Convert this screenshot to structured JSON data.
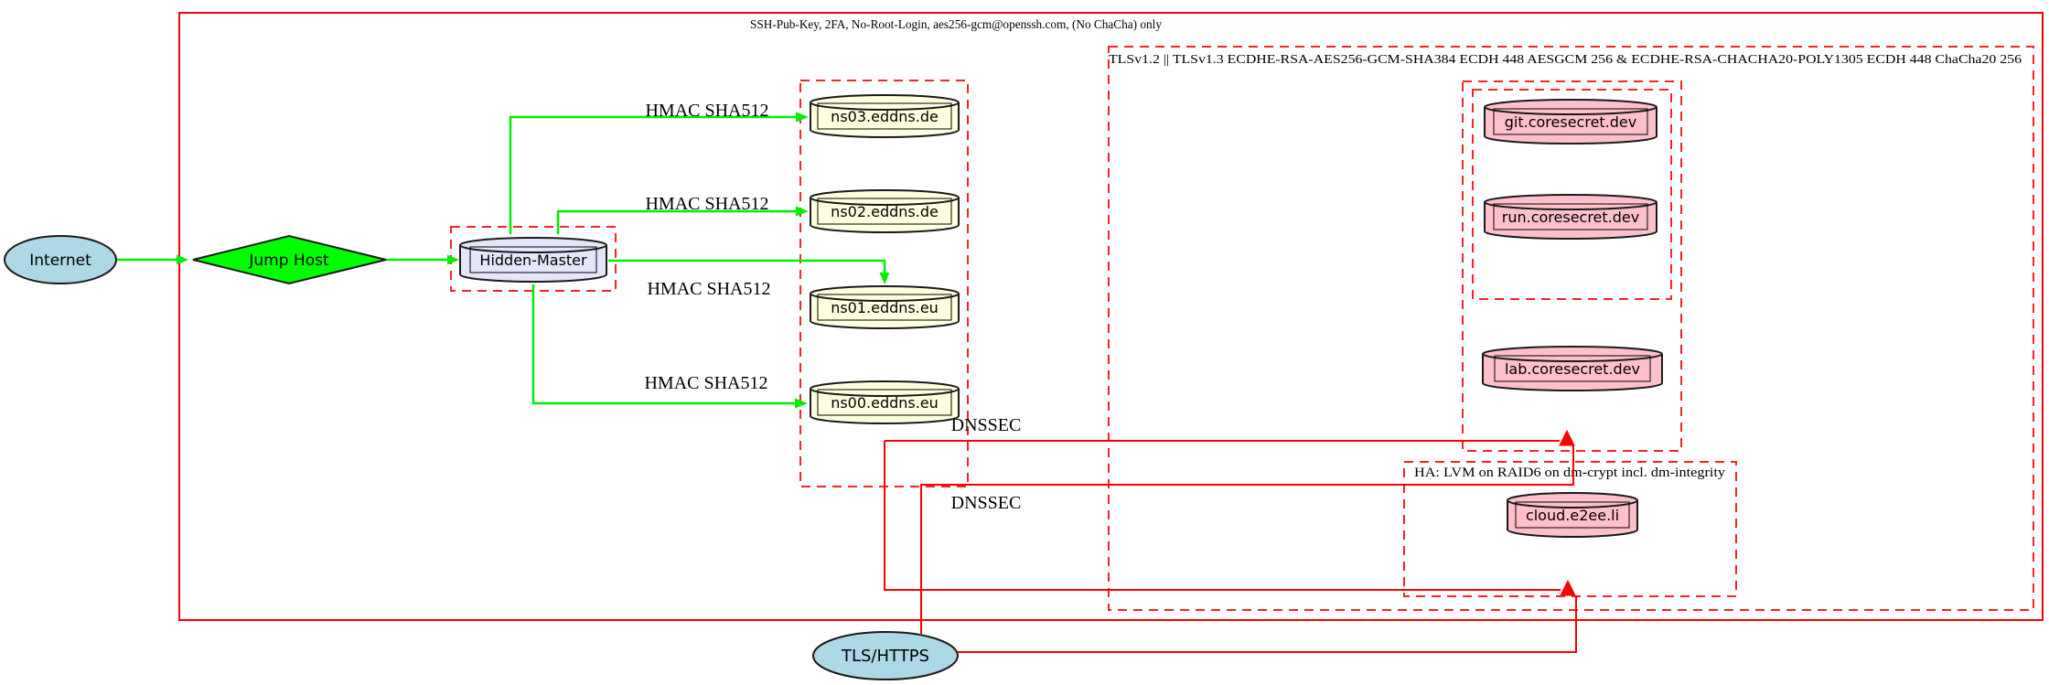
{
  "clusters": {
    "ssh_label": "SSH-Pub-Key, 2FA, No-Root-Login, aes256-gcm@openssh.com, (No ChaCha) only",
    "tls_label": "TLSv1.2 || TLSv1.3 ECDHE-RSA-AES256-GCM-SHA384 ECDH 448 AESGCM 256 & ECDHE-RSA-CHACHA20-POLY1305 ECDH 448 ChaCha20 256",
    "ha_label": "HA: LVM on RAID6 on dm-crypt incl. dm-integrity"
  },
  "nodes": {
    "internet": "Internet",
    "jump_host": "Jump Host",
    "hidden_master": "Hidden-Master",
    "ns03": "ns03.eddns.de",
    "ns02": "ns02.eddns.de",
    "ns01": "ns01.eddns.eu",
    "ns00": "ns00.eddns.eu",
    "git": "git.coresecret.dev",
    "run": "run.coresecret.dev",
    "lab": "lab.coresecret.dev",
    "cloud": "cloud.e2ee.li",
    "tls_https": "TLS/HTTPS"
  },
  "edges": {
    "hmac_label": "HMAC SHA512",
    "dnssec_label": "DNSSEC"
  },
  "colors": {
    "cluster_border": "#ff0000",
    "secure_edge_green": "#00ee00",
    "tls_edge_red": "#ff0000",
    "internet_fill": "#add8e6",
    "jump_host_fill": "#00ff00",
    "hidden_master_fill": "#e6e6fa",
    "nameserver_fill": "#ffffe0",
    "server_fill": "#ffc0cb"
  }
}
